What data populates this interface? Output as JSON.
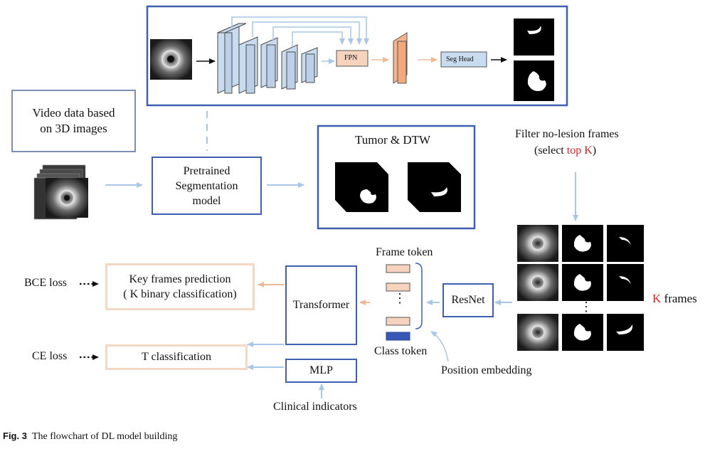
{
  "input_box": {
    "line1": "Video data based",
    "line2": "on 3D images"
  },
  "pretrained": {
    "line1": "Pretrained",
    "line2": "Segmentation",
    "line3": "model"
  },
  "fpn_label": "FPN",
  "seghead_label": "Seg Head",
  "tumor_dtw_title": "Tumor & DTW",
  "filter": {
    "line1": "Filter no-lesion frames",
    "line2_a": "(select ",
    "line2_b": "top K",
    "line2_c": ")"
  },
  "frame_token": "Frame token",
  "class_token": "Class token",
  "position_embedding": "Position embedding",
  "resnet": "ResNet",
  "transformer": "Transformer",
  "mlp": "MLP",
  "clinical": "Clinical indicators",
  "keyframes": {
    "line1": "Key frames prediction",
    "line2": "( K binary classification)"
  },
  "t_classification": "T classification",
  "bce_loss": "BCE loss",
  "ce_loss": "CE loss",
  "k_frames": {
    "k": "K",
    "rest": " frames"
  },
  "ellipsis": "⋮",
  "caption": {
    "fig": "Fig. 3",
    "text": "The flowchart of DL model building"
  },
  "colors": {
    "blue_border": "#3f5fb0",
    "arrow_blue": "#a9c6e6",
    "arrow_orange": "#f0b995",
    "peach": "#f6d3bd",
    "token_blue": "#3858b8",
    "accent_red": "#e02020"
  }
}
